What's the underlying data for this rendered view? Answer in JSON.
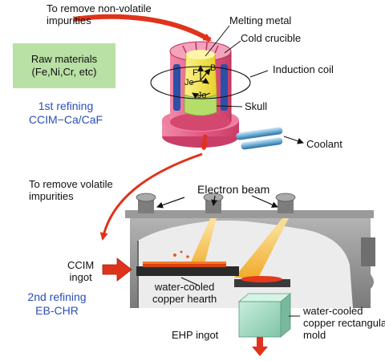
{
  "top_note": [
    "To remove non-volatile",
    "impurities"
  ],
  "raw_materials": [
    "Raw materials",
    "(Fe,Ni,Cr, etc)"
  ],
  "first_refining": [
    "1st refining",
    "CCIM−Ca/CaF"
  ],
  "crucible_labels": {
    "melting_metal": "Melting metal",
    "cold_crucible": "Cold crucible",
    "induction_coil": "Induction coil",
    "skull": "Skull",
    "coolant": "Coolant"
  },
  "vector_labels": {
    "F": "F",
    "B": "B",
    "Je": "Je",
    "Jo": "Jo"
  },
  "volatile_note": [
    "To remove volatile",
    "impurities"
  ],
  "electron_beam": "Electron beam",
  "ccim_ingot": [
    "CCIM",
    "ingot"
  ],
  "hearth": [
    "water-cooled",
    "copper hearth"
  ],
  "second_refining": [
    "2nd refining",
    "EB-CHR"
  ],
  "ehp_ingot": "EHP ingot",
  "mold": [
    "water-cooled",
    "copper rectangular",
    "mold"
  ],
  "colors": {
    "crucible_pink": "#e8628a",
    "melt_yellow": "#f4e64a",
    "coil_blue": "#2c4fa8",
    "arrow_red": "#e0331c",
    "label_blue": "#2a4fb8",
    "raw_box_green": "#b9e0a5",
    "chamber_gray": "#8e8e8e",
    "beam_orange": "#f2b01e"
  }
}
